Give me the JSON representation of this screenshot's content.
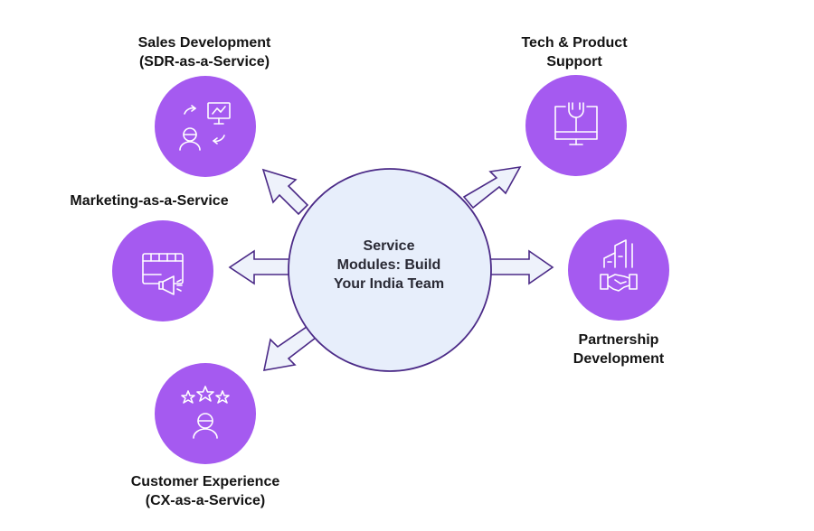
{
  "colors": {
    "accent": "#a55af0",
    "accent_stroke": "#6a2bb0",
    "center_fill": "#e7eefb",
    "center_stroke": "#4b2a87",
    "arrow_fill": "#eef2fb",
    "icon_stroke": "#ffffff"
  },
  "center": {
    "lines": [
      "Service",
      "Modules: Build",
      "Your India Team"
    ]
  },
  "modules": [
    {
      "id": "sales",
      "lines": [
        "Sales Development",
        "(SDR-as-a-Service)"
      ],
      "icon": "presentation-exchange-icon"
    },
    {
      "id": "marketing",
      "lines": [
        "Marketing-as-a-Service"
      ],
      "icon": "megaphone-calendar-icon"
    },
    {
      "id": "cx",
      "lines": [
        "Customer Experience",
        "(CX-as-a-Service)"
      ],
      "icon": "stars-customer-icon"
    },
    {
      "id": "tech",
      "lines": [
        "Tech & Product",
        "Support"
      ],
      "icon": "wrench-monitor-icon"
    },
    {
      "id": "partnership",
      "lines": [
        "Partnership",
        "Development"
      ],
      "icon": "handshake-building-icon"
    }
  ]
}
